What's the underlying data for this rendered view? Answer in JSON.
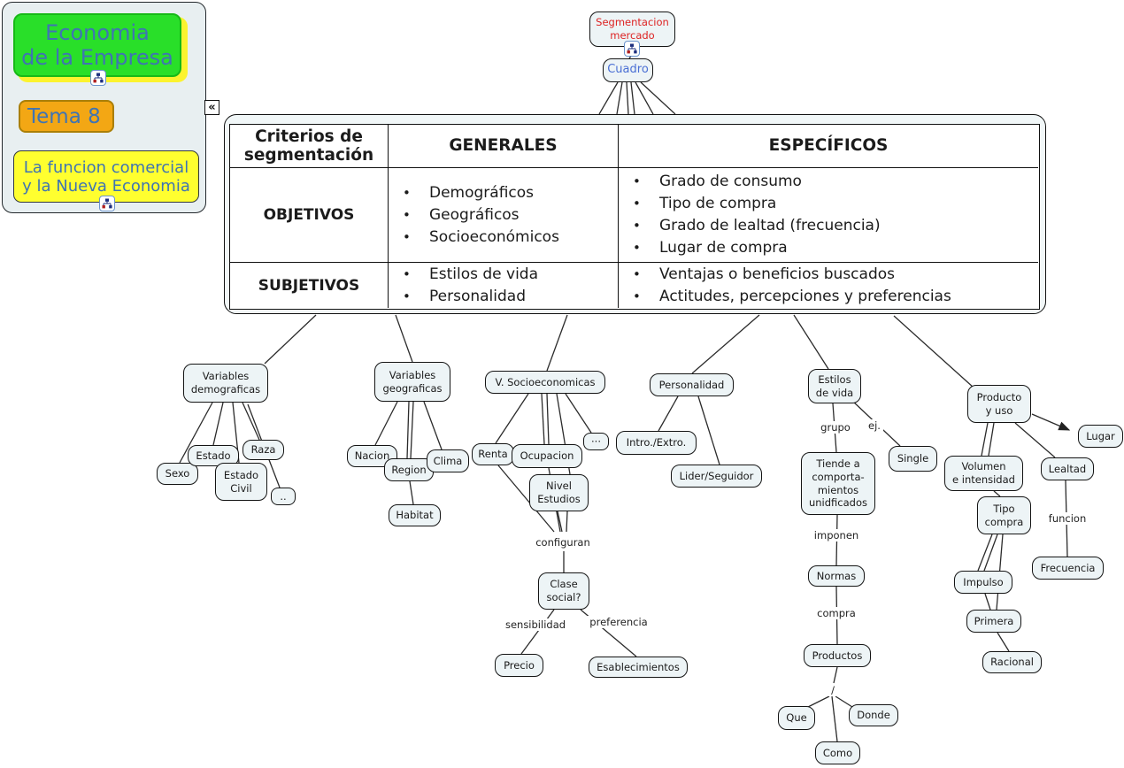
{
  "app": {
    "kind": "concept-map-viewer"
  },
  "panel": {
    "collapse_glyph": "«",
    "items": [
      {
        "label": "Economia\nde la Empresa",
        "color": "#29df29",
        "has_icon": true
      },
      {
        "label": "Tema 8",
        "color": "#f3a714",
        "has_icon": false
      },
      {
        "label": "La funcion comercial\ny la Nueva Economia",
        "color": "#ffff2f",
        "has_icon": true
      }
    ]
  },
  "root": {
    "title": "Segmentacion\nmercado",
    "title_color": "#dd2222",
    "link_label": "Cuadro",
    "link_color": "#4a6fd4"
  },
  "table": {
    "col_headers": [
      "Criterios de\nsegmentación",
      "GENERALES",
      "ESPECÍFICOS"
    ],
    "rows": [
      {
        "header": "OBJETIVOS",
        "generales": [
          "Demográficos",
          "Geográficos",
          "Socioeconómicos"
        ],
        "especificos": [
          "Grado de consumo",
          "Tipo de compra",
          "Grado de lealtad (frecuencia)",
          "Lugar de compra"
        ]
      },
      {
        "header": "SUBJETIVOS",
        "generales": [
          "Estilos de vida",
          "Personalidad"
        ],
        "especificos": [
          "Ventajas o beneficios buscados",
          "Actitudes, percepciones y preferencias"
        ]
      }
    ]
  },
  "nodes": {
    "variables_demograficas": "Variables\ndemograficas",
    "sexo": "Sexo",
    "estado": "Estado",
    "estado_civil": "Estado\nCivil",
    "raza": "Raza",
    "dots_demo": "..",
    "variables_geograficas": "Variables\ngeograficas",
    "nacion": "Nacion",
    "region": "Region",
    "clima": "Clima",
    "habitat": "Habitat",
    "v_socioeconomicas": "V. Socioeconomicas",
    "renta": "Renta",
    "ocupacion": "Ocupacion",
    "dots_socio": "···",
    "nivel_estudios": "Nivel\nEstudios",
    "clase_social": "Clase\nsocial?",
    "precio": "Precio",
    "esablecimientos": "Esablecimientos",
    "personalidad": "Personalidad",
    "intro_extro": "Intro./Extro.",
    "lider_seguidor": "Lider/Seguidor",
    "estilos_de_vida": "Estilos\nde vida",
    "tiende": "Tiende a\ncomporta-\nmientos\nunidficados",
    "single": "Single",
    "normas": "Normas",
    "productos": "Productos",
    "que": "Que",
    "donde": "Donde",
    "como": "Como",
    "producto_y_uso": "Producto\ny uso",
    "lugar": "Lugar",
    "volumen": "Volumen\ne intensidad",
    "lealtad": "Lealtad",
    "tipo_compra": "Tipo\ncompra",
    "frecuencia": "Frecuencia",
    "impulso": "Impulso",
    "primera": "Primera",
    "racional": "Racional"
  },
  "edge_labels": {
    "configuran": "configuran",
    "sensibilidad": "sensibilidad",
    "preferencia": "preferencia",
    "grupo": "grupo",
    "ej": "ej.",
    "imponen": "imponen",
    "compra": "compra",
    "slash": "/",
    "funcion": "funcion"
  },
  "colors": {
    "node_fill": "#edf4f6",
    "node_border": "#141414",
    "panel_text_blue": "#3f74b3",
    "root_red": "#dd2222",
    "link_blue": "#4a6fd4",
    "highlight_yellow": "#fcf32e"
  }
}
